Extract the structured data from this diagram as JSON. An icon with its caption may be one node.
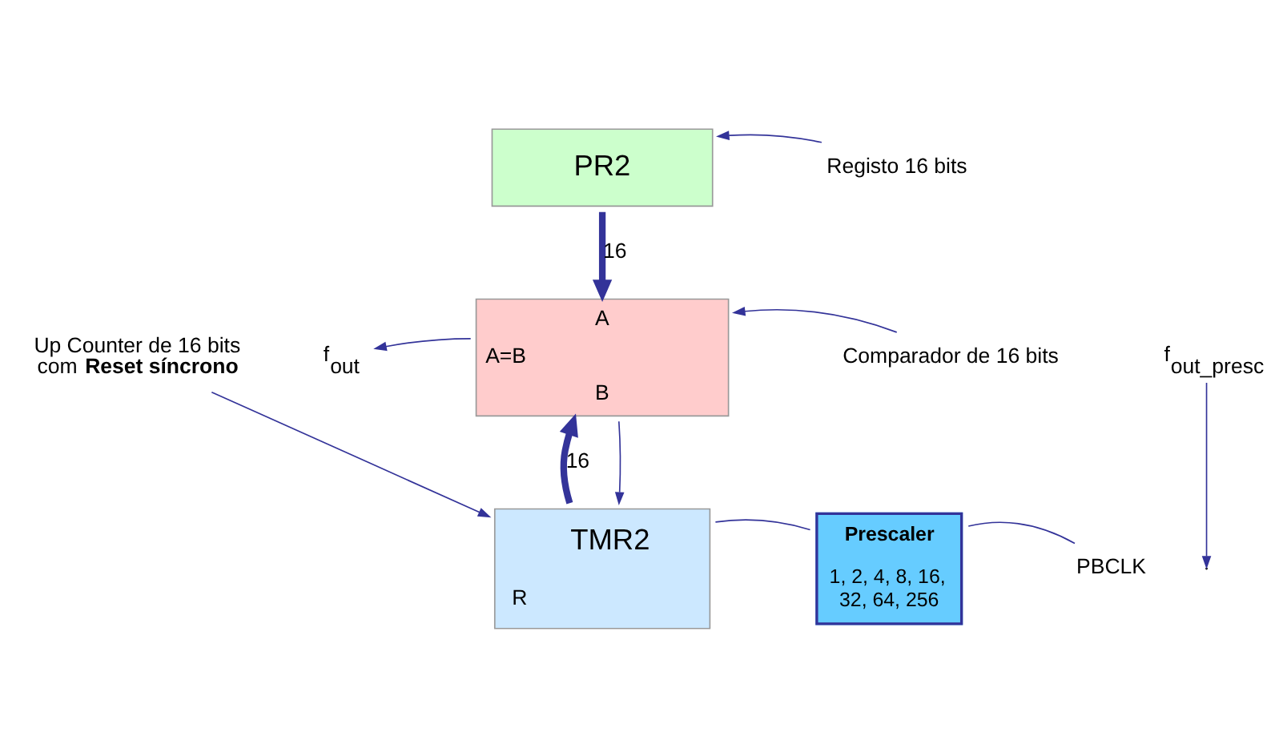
{
  "diagram": {
    "nodes": [
      {
        "text": [
          "PR2"
        ]
      },
      {
        "text": [
          "A",
          "A=B",
          "B"
        ]
      },
      {
        "text": [
          "TMR2",
          "R"
        ]
      },
      {
        "text": [
          "Prescaler",
          "1, 2, 4, 8, 16, 32, 64, 256"
        ]
      },
      {
        "text": [
          "Registo 16 bits"
        ]
      },
      {
        "text": [
          "Comparador de 16 bits"
        ]
      },
      {
        "text": [
          "Up Counter de 16 bits com **Reset síncrono**"
        ]
      },
      {
        "text": [
          "f$_{out}$"
        ]
      },
      {
        "text": [
          "f$_{out_presc}$"
        ]
      },
      {
        "text": [
          "PBCLK"
        ]
      }
    ],
    "edges": [
      {
        "from": 0,
        "to": 1,
        "arrow": "to",
        "style": "thick",
        "label": "16"
      },
      {
        "from": 2,
        "to": 1,
        "arrow": "to",
        "style": "thick",
        "label": "16"
      },
      {
        "from": 4,
        "to": 0,
        "arrow": "to"
      },
      {
        "from": 5,
        "to": 1,
        "arrow": "to"
      },
      {
        "from": 6,
        "to": 2,
        "arrow": "to"
      },
      {
        "from": 1,
        "to": 7,
        "arrow": "to"
      },
      {
        "from": 1,
        "to": 2,
        "arrow": "to"
      },
      {
        "from": 3,
        "to": 2,
        "arrow": "none"
      },
      {
        "from": 9,
        "to": 3,
        "arrow": "none"
      },
      {
        "from": 8,
        "to": null,
        "arrow": "to"
      }
    ]
  }
}
